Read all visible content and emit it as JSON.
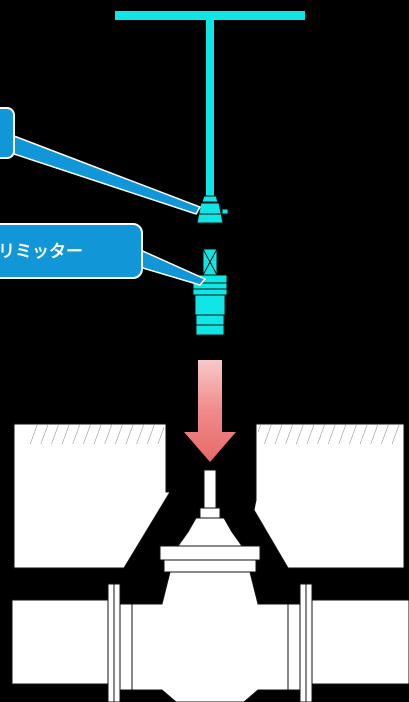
{
  "colors": {
    "background": "#000000",
    "tool_cyan": "#11e6e6",
    "callout_blue": "#1196d8",
    "arrow_pink": "#f08a8a",
    "valve_white": "#ffffff",
    "outline": "#111111"
  },
  "callouts": [
    {
      "id": "top",
      "text": ""
    },
    {
      "id": "limiter",
      "text": "リミッター"
    }
  ],
  "parts": {
    "key_handle": "t-handle-key",
    "coupling": "socket-coupling",
    "limiter": "torque-limiter",
    "direction_arrow": "arrow-down-icon",
    "valve": "gate-valve",
    "box_left": "valve-box-left",
    "box_right": "valve-box-right"
  }
}
